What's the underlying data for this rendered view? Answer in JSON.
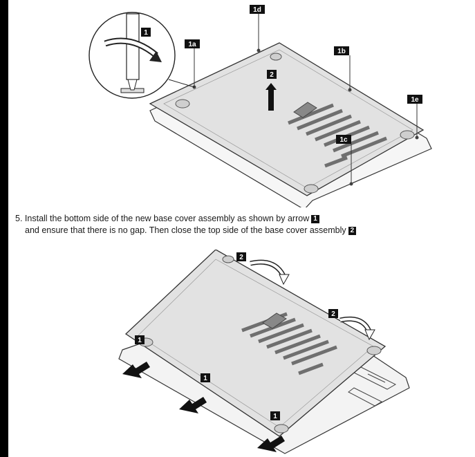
{
  "figure1": {
    "callouts": [
      "1",
      "1a",
      "1b",
      "1c",
      "1d",
      "1e",
      "2"
    ]
  },
  "step5": {
    "number": "5.",
    "line1": "Install the bottom side of the new base cover assembly as shown by arrow",
    "line1_badge": "1",
    "line2": "and ensure that there is no gap. Then close the top side of the base cover assembly",
    "line2_badge": "2"
  },
  "figure2": {
    "callouts": [
      "2",
      "2",
      "1",
      "1",
      "1"
    ]
  },
  "colors": {
    "background": "#000000",
    "page": "#ffffff",
    "cover_top": "#e3e3e3",
    "cover_side": "#f4f4f4",
    "vent": "#6f6f6f",
    "callout_bg": "#111111"
  }
}
